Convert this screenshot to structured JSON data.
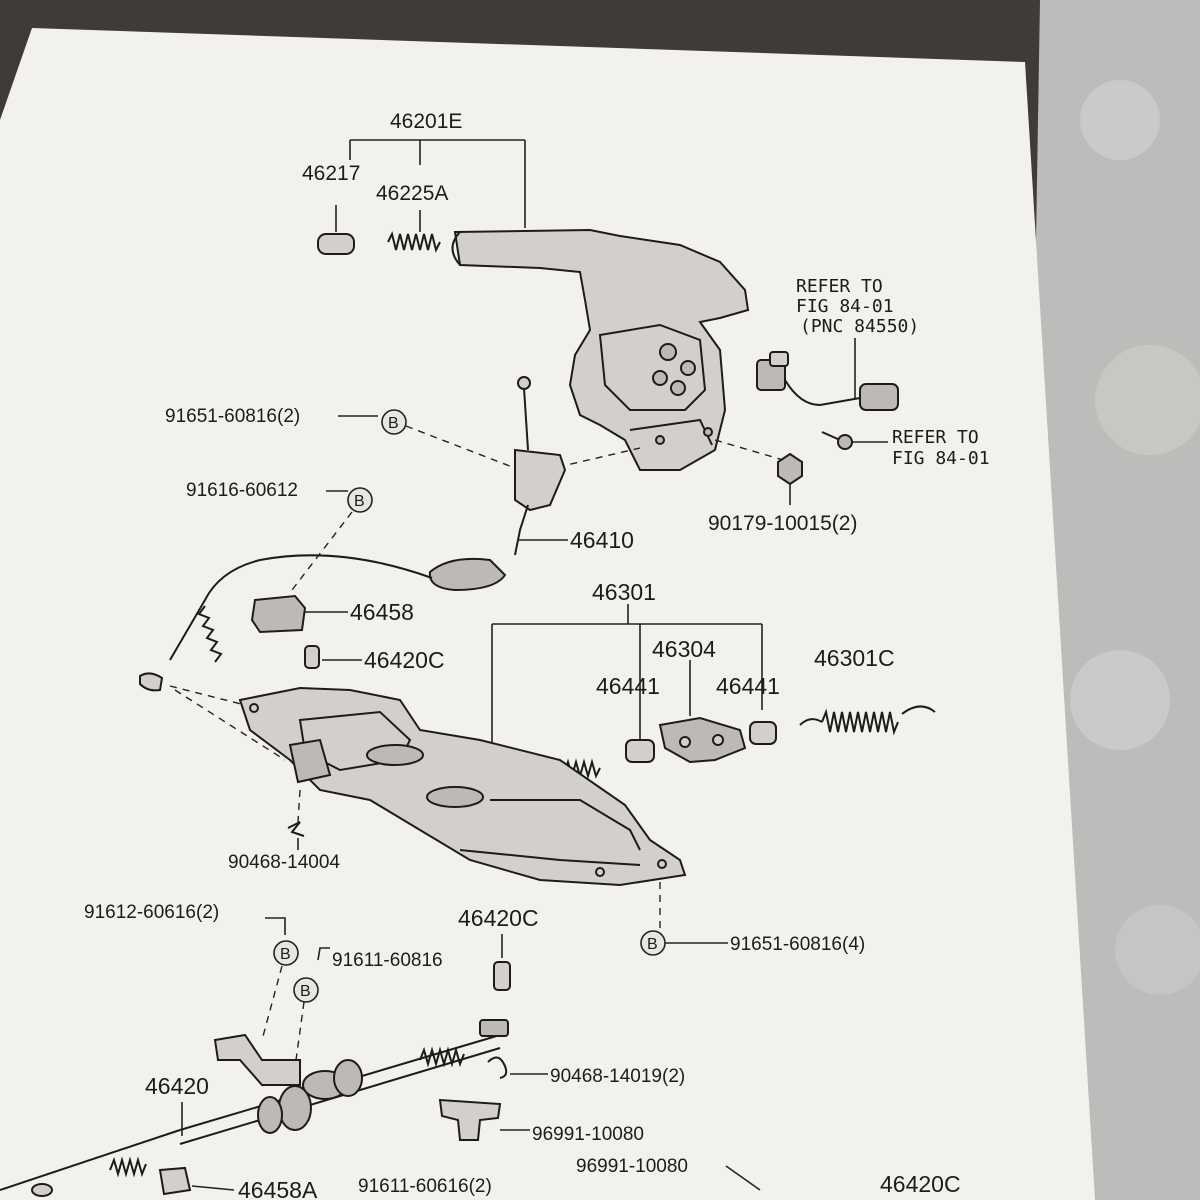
{
  "labels": {
    "l_46201E": "46201E",
    "l_46217": "46217",
    "l_46225A": "46225A",
    "l_refer1_a": "REFER TO",
    "l_refer1_b": "FIG 84-01",
    "l_refer1_c": "(PNC 84550)",
    "l_refer2_a": "REFER TO",
    "l_refer2_b": "FIG 84-01",
    "l_91651_2": "91651-60816(2)",
    "l_91616": "91616-60612",
    "l_90179": "90179-10015(2)",
    "l_46410": "46410",
    "l_46301": "46301",
    "l_46458": "46458",
    "l_46420C_a": "46420C",
    "l_46304": "46304",
    "l_46441_a": "46441",
    "l_46441_b": "46441",
    "l_46301C": "46301C",
    "l_90468_14004": "90468-14004",
    "l_91612": "91612-60616(2)",
    "l_46420C_b": "46420C",
    "l_91611_60816": "91611-60816",
    "l_91651_4": "91651-60816(4)",
    "l_46420": "46420",
    "l_90468_14019": "90468-14019(2)",
    "l_96991_a": "96991-10080",
    "l_96991_b": "96991-10080",
    "l_46420C_c": "46420C",
    "l_91611_60616": "91611-60616(2)",
    "l_46458A": "46458A"
  },
  "callout_letter": "B",
  "colors": {
    "paper": "#f2f1ee",
    "background": "#3e3b39",
    "ink": "#1c1c1c"
  }
}
